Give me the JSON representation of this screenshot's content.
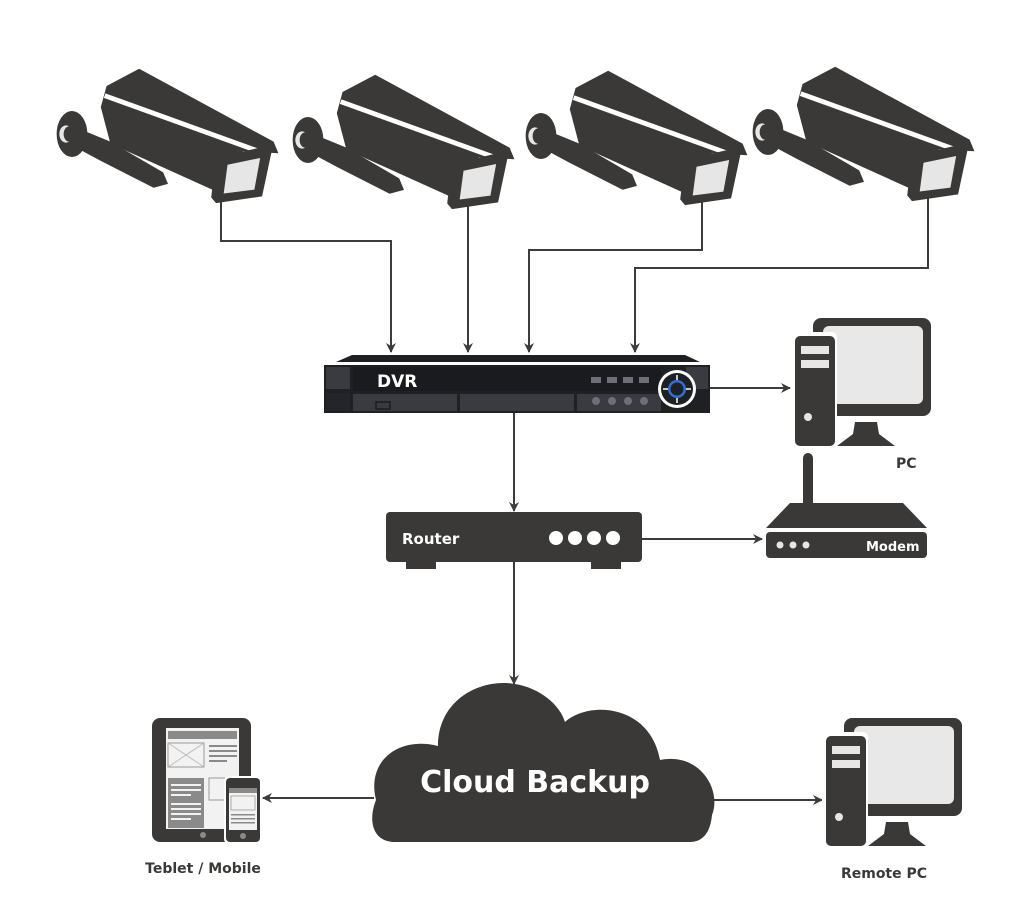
{
  "diagram": {
    "title": "DVR CCTV network diagram",
    "colors": {
      "device_fill": "#3a3938",
      "screen_fill": "#e6e6e6",
      "line": "#3d3c3b",
      "dvr_body": "#1f2024",
      "dvr_accent": "#2f6fd6"
    },
    "nodes": {
      "cameras": [
        {
          "id": "camera-1",
          "icon": "security-camera-icon"
        },
        {
          "id": "camera-2",
          "icon": "security-camera-icon"
        },
        {
          "id": "camera-3",
          "icon": "security-camera-icon"
        },
        {
          "id": "camera-4",
          "icon": "security-camera-icon"
        }
      ],
      "dvr": {
        "label": "DVR",
        "icon": "dvr-recorder-icon",
        "channels": 4
      },
      "pc": {
        "label": "PC",
        "icon": "desktop-computer-icon"
      },
      "router": {
        "label": "Router",
        "icon": "router-icon",
        "leds": 4
      },
      "modem": {
        "label": "Modem",
        "icon": "modem-icon",
        "leds": 3
      },
      "cloud": {
        "label": "Cloud Backup",
        "icon": "cloud-icon"
      },
      "mobile": {
        "label": "Teblet / Mobile",
        "icon": "tablet-mobile-icon"
      },
      "remote_pc": {
        "label": "Remote PC",
        "icon": "desktop-computer-icon"
      }
    },
    "edges": [
      {
        "from": "camera-1",
        "to": "dvr"
      },
      {
        "from": "camera-2",
        "to": "dvr"
      },
      {
        "from": "camera-3",
        "to": "dvr"
      },
      {
        "from": "camera-4",
        "to": "dvr"
      },
      {
        "from": "dvr",
        "to": "pc"
      },
      {
        "from": "dvr",
        "to": "router"
      },
      {
        "from": "router",
        "to": "modem"
      },
      {
        "from": "router",
        "to": "cloud"
      },
      {
        "from": "cloud",
        "to": "mobile"
      },
      {
        "from": "cloud",
        "to": "remote_pc"
      }
    ]
  }
}
